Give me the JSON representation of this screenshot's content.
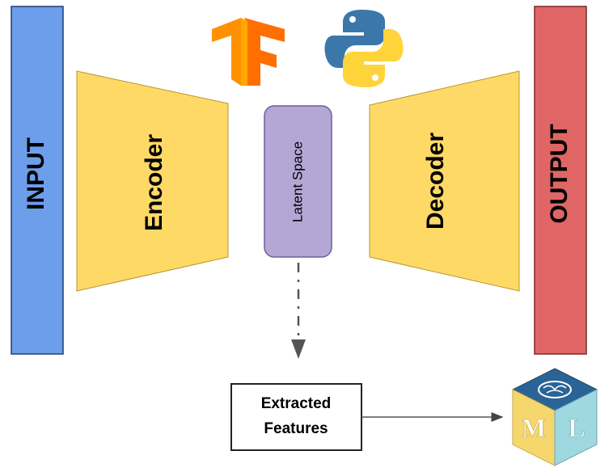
{
  "input": {
    "label": "INPUT",
    "color": "#6d9eeb"
  },
  "encoder": {
    "label": "Encoder",
    "color": "#ffd966"
  },
  "latent": {
    "label": "Latent Space",
    "color": "#b4a7d6"
  },
  "decoder": {
    "label": "Decoder",
    "color": "#ffd966"
  },
  "output": {
    "label": "OUTPUT",
    "color": "#e06666"
  },
  "features": {
    "line1": "Extracted",
    "line2": "Features"
  },
  "logos": {
    "tensorflow": {
      "icon": "tensorflow-logo-icon",
      "color": "#ff8f00"
    },
    "python": {
      "icon": "python-logo-icon",
      "colors": [
        "#3b77a8",
        "#ffd43b"
      ]
    },
    "ml_cube": {
      "icon": "ml-cube-icon",
      "letters": "ML",
      "colors": [
        "#2a6496",
        "#f5d76e",
        "#9fd8df"
      ]
    }
  },
  "arrow_color": "#555555"
}
